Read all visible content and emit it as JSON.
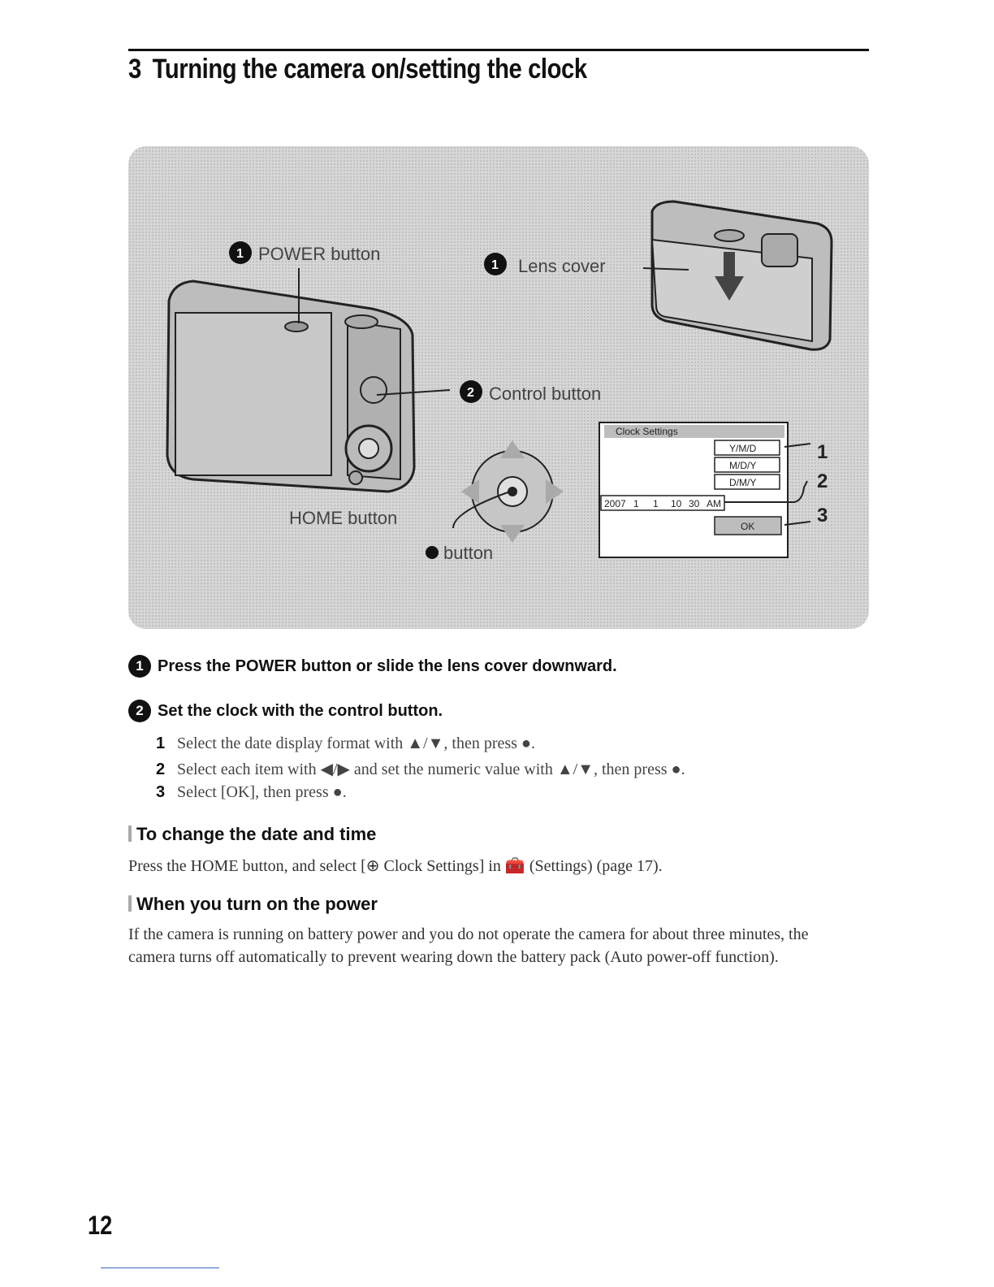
{
  "header": {
    "step_number": "3",
    "title": "Turning the camera on/setting the clock"
  },
  "figure": {
    "callouts": {
      "power": "POWER button",
      "lens": "Lens cover",
      "control": "Control button",
      "home": "HOME button",
      "center": "button"
    },
    "badges": {
      "one": "1",
      "two": "2"
    },
    "clock_screen": {
      "title": "Clock Settings",
      "formats": [
        "Y/M/D",
        "M/D/Y",
        "D/M/Y"
      ],
      "date_fields": [
        "2007",
        "1",
        "1",
        "10",
        "30",
        "AM"
      ],
      "ok": "OK"
    },
    "step_labels": [
      "1",
      "2",
      "3"
    ]
  },
  "steps": [
    {
      "num": "1",
      "text": "Press the POWER button or slide the lens cover downward."
    },
    {
      "num": "2",
      "text": "Set the clock with the control button."
    }
  ],
  "substeps": [
    {
      "num": "1",
      "text": "Select the date display format with ▲/▼, then press ●."
    },
    {
      "num": "2",
      "text": "Select each item with ◀/▶ and set the numeric value with ▲/▼, then press ●."
    },
    {
      "num": "3",
      "text": "Select [OK], then press ●."
    }
  ],
  "sections": [
    {
      "heading": "To change the date and time",
      "body": "Press the HOME button, and select [⊕ Clock Settings] in 🧰 (Settings) (page 17)."
    },
    {
      "heading": "When you turn on the power",
      "body": "If the camera is running on battery power and you do not operate the camera for about three minutes, the camera turns off automatically to prevent wearing down the battery pack (Auto power-off function)."
    }
  ],
  "page_number": "12"
}
